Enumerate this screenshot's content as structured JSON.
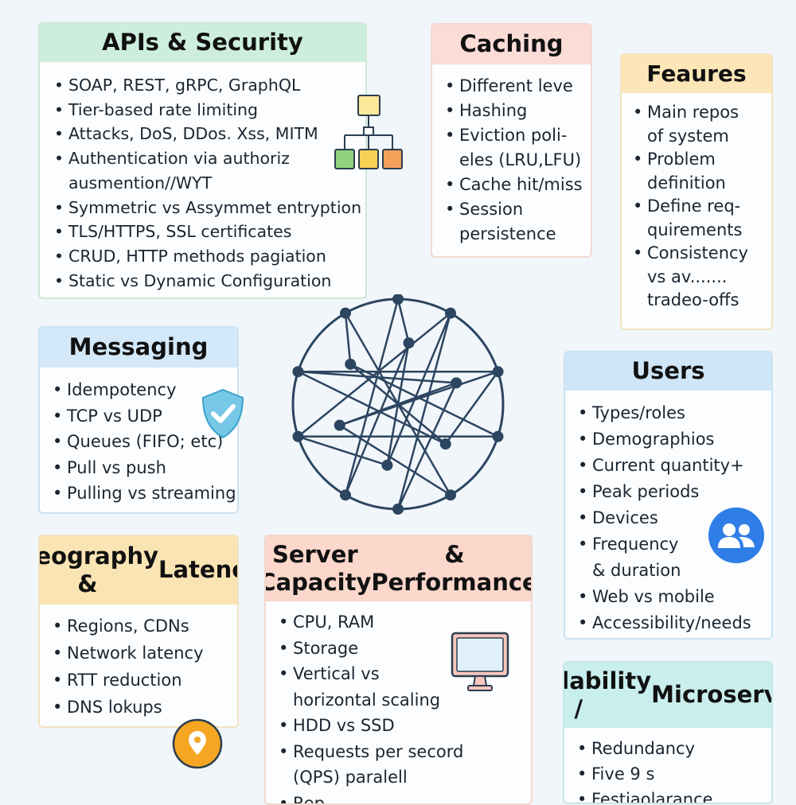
{
  "cards": {
    "apis": {
      "title": "APIs & Security",
      "items": [
        "SOAP, REST, gRPC, GraphQL",
        "Tier-based rate limiting",
        "Attacks, DoS, DDos. Xss, MITM",
        "Authentication via authoriz",
        "ausmention//WYT",
        "Symmetric vs Assymmet entryption",
        "TLS/HTTPS, SSL certificates",
        "CRUD, HTTP methods  pagiation",
        "Static vs Dynamic Configuration"
      ]
    },
    "caching": {
      "title": "Caching",
      "items": [
        "Different leve",
        "Hashing",
        "Eviction poli-",
        "eles (LRU,LFU)",
        "Cache hit/miss",
        "Session",
        "persistence"
      ]
    },
    "features": {
      "title": "Feaures",
      "items": [
        "Main repos",
        "of system",
        "Problem",
        "definition",
        "Define req-",
        "quirements",
        "Consistency",
        "vs av.......",
        "tradeo-offs"
      ]
    },
    "messaging": {
      "title": "Messaging",
      "items": [
        "Idempotency",
        "TCP vs UDP",
        "Queues (FIFO; etc)",
        "Pull vs push",
        "Pulling vs streaming"
      ]
    },
    "users": {
      "title": "Users",
      "items": [
        "Types/roles",
        "Demographios",
        "Current quantity+",
        "Peak periods",
        "Devices",
        "Frequency",
        "& duration",
        "Web vs mobile",
        "Accessibility/needs"
      ]
    },
    "geo": {
      "title": "Geography & Latency",
      "items": [
        "Regions, CDNs",
        "Network latency",
        "RTT reduction",
        "DNS lokups"
      ]
    },
    "server": {
      "title": "Server Capacity & Performance",
      "items": [
        "CPU, RAM",
        "Storage",
        "Vertical vs",
        "horizontal scaling",
        "HDD vs SSD",
        "Requests per secord",
        "(QPS) paralell",
        "Rep..."
      ]
    },
    "avail": {
      "title": "Availability / Microservices",
      "items": [
        "Redundancy",
        "Five 9 s",
        "Festiaolarance"
      ]
    }
  },
  "bullet_indent": {
    "apis": [
      false,
      false,
      false,
      false,
      true,
      false,
      false,
      false,
      false
    ],
    "caching": [
      false,
      false,
      false,
      true,
      false,
      false,
      true
    ],
    "features": [
      false,
      true,
      false,
      true,
      false,
      true,
      false,
      true,
      true
    ],
    "users": [
      false,
      false,
      false,
      false,
      false,
      false,
      true,
      false,
      false
    ],
    "server": [
      false,
      false,
      false,
      true,
      false,
      false,
      true,
      false
    ]
  },
  "icons": {
    "hierarchy": "hierarchy-icon",
    "network": "network-globe-icon",
    "shield": "shield-check-icon",
    "users": "users-icon",
    "monitor": "monitor-icon",
    "location": "location-pin-icon"
  },
  "colors": {
    "apis_header": "#cdeedd",
    "caching_header": "#fbdcd7",
    "features_header": "#fce6b7",
    "messaging_header": "#d3e8f9",
    "users_header": "#cfe6f8",
    "geo_header": "#fbe4b4",
    "server_header": "#fbd7cc",
    "avail_header": "#c9eeee",
    "network_stroke": "#2c4560",
    "users_icon_bg": "#2f7ee8",
    "shield_bg": "#76c8e6",
    "pin_bg": "#f5a623"
  }
}
